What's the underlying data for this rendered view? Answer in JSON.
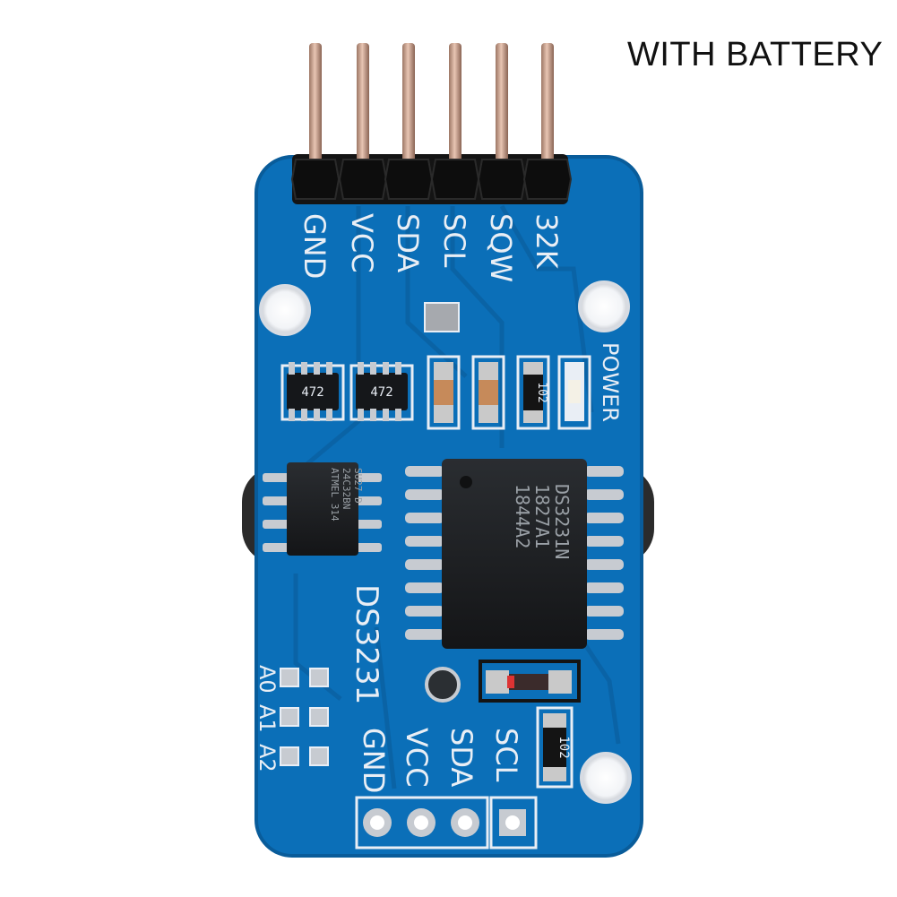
{
  "caption": "WITH BATTERY",
  "board": {
    "model_label": "DS3231",
    "top_header_pins": [
      "GND",
      "VCC",
      "SDA",
      "SCL",
      "SQW",
      "32K"
    ],
    "bottom_header_pins": [
      "GND",
      "VCC",
      "SDA",
      "SCL"
    ],
    "address_pads": [
      "A0",
      "A1",
      "A2"
    ],
    "power_led_label": "POWER",
    "resistor_array_1": "472",
    "resistor_array_2": "472",
    "resistor_top": "102",
    "resistor_bottom": "102",
    "eeprom_chip_lines": [
      "ATMEL 314",
      "24C32BN",
      "SU27 D"
    ],
    "rtc_chip_lines": [
      "DS3231N",
      "1827A1",
      "1844A2"
    ]
  },
  "colors": {
    "pcb": "#0b6fb8",
    "pcb_dark": "#095c9a",
    "silk": "#e9eef5",
    "header": "#141414",
    "pins": "#c9a08a",
    "chip": "#1d1f22"
  }
}
